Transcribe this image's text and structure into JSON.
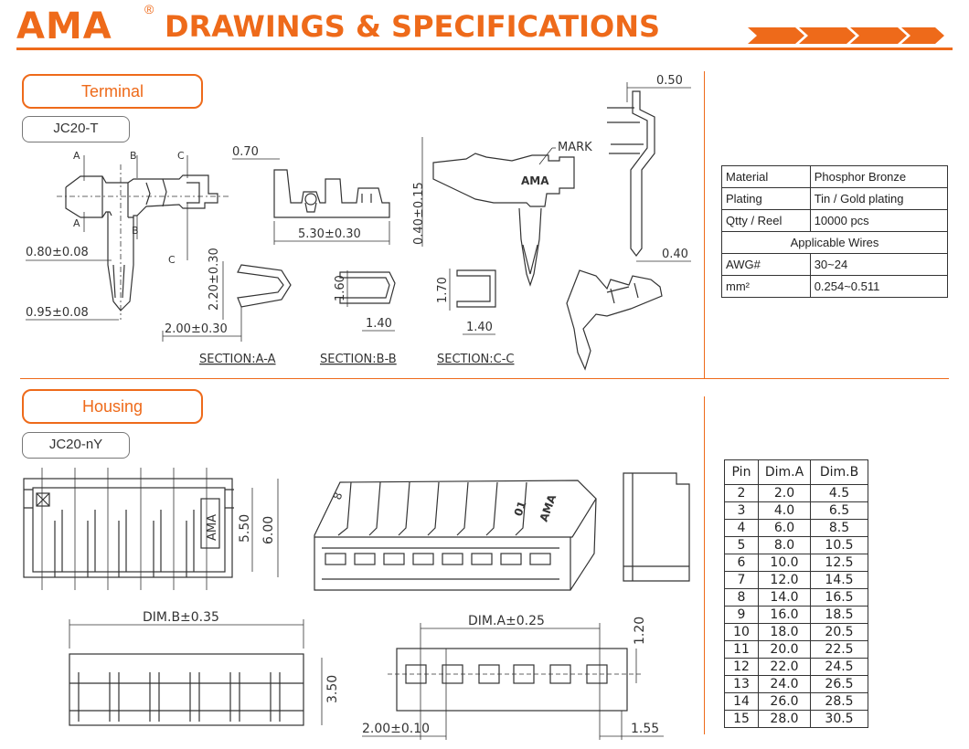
{
  "header": {
    "logo": "AMA",
    "reg_mark": "®",
    "title": "DRAWINGS & SPECIFICATIONS"
  },
  "terminal": {
    "section_label": "Terminal",
    "part_label": "JC20-T",
    "dims": {
      "d070": "0.70",
      "d530": "5.30±0.30",
      "d040_015": "0.40±0.15",
      "d050": "0.50",
      "d040": "0.40",
      "d080": "0.80±0.08",
      "d095": "0.95±0.08",
      "d220": "2.20±0.30",
      "d200": "2.00±0.30",
      "d160": "1.60",
      "d140a": "1.40",
      "d170": "1.70",
      "d140b": "1.40"
    },
    "markers": {
      "a": "A",
      "b": "B",
      "c": "C",
      "mark": "MARK"
    },
    "sections": [
      "SECTION:A-A",
      "SECTION:B-B",
      "SECTION:C-C"
    ]
  },
  "spec_table": {
    "rows": [
      {
        "label": "Material",
        "value": "Phosphor Bronze"
      },
      {
        "label": "Plating",
        "value": "Tin / Gold plating"
      },
      {
        "label": "Qtty / Reel",
        "value": "10000 pcs"
      }
    ],
    "subheading": "Applicable Wires",
    "wire_rows": [
      {
        "label": "AWG#",
        "value": "30~24"
      },
      {
        "label": "mm²",
        "value": "0.254~0.511"
      }
    ]
  },
  "housing": {
    "section_label": "Housing",
    "part_label": "JC20-nY",
    "dims": {
      "d550": "5.50",
      "d600": "6.00",
      "dimb": "DIM.B±0.35",
      "dima": "DIM.A±0.25",
      "d350": "3.50",
      "d120": "1.20",
      "d200": "2.00±0.10",
      "d155": "1.55"
    },
    "marks": {
      "ama": "AMA",
      "pin01": "01",
      "pin8": "8"
    }
  },
  "pin_table": {
    "headers": [
      "Pin",
      "Dim.A",
      "Dim.B"
    ],
    "rows": [
      [
        "2",
        "2.0",
        "4.5"
      ],
      [
        "3",
        "4.0",
        "6.5"
      ],
      [
        "4",
        "6.0",
        "8.5"
      ],
      [
        "5",
        "8.0",
        "10.5"
      ],
      [
        "6",
        "10.0",
        "12.5"
      ],
      [
        "7",
        "12.0",
        "14.5"
      ],
      [
        "8",
        "14.0",
        "16.5"
      ],
      [
        "9",
        "16.0",
        "18.5"
      ],
      [
        "10",
        "18.0",
        "20.5"
      ],
      [
        "11",
        "20.0",
        "22.5"
      ],
      [
        "12",
        "22.0",
        "24.5"
      ],
      [
        "13",
        "24.0",
        "26.5"
      ],
      [
        "14",
        "26.0",
        "28.5"
      ],
      [
        "15",
        "28.0",
        "30.5"
      ]
    ]
  },
  "colors": {
    "accent": "#ee6a1a",
    "line": "#333333"
  }
}
